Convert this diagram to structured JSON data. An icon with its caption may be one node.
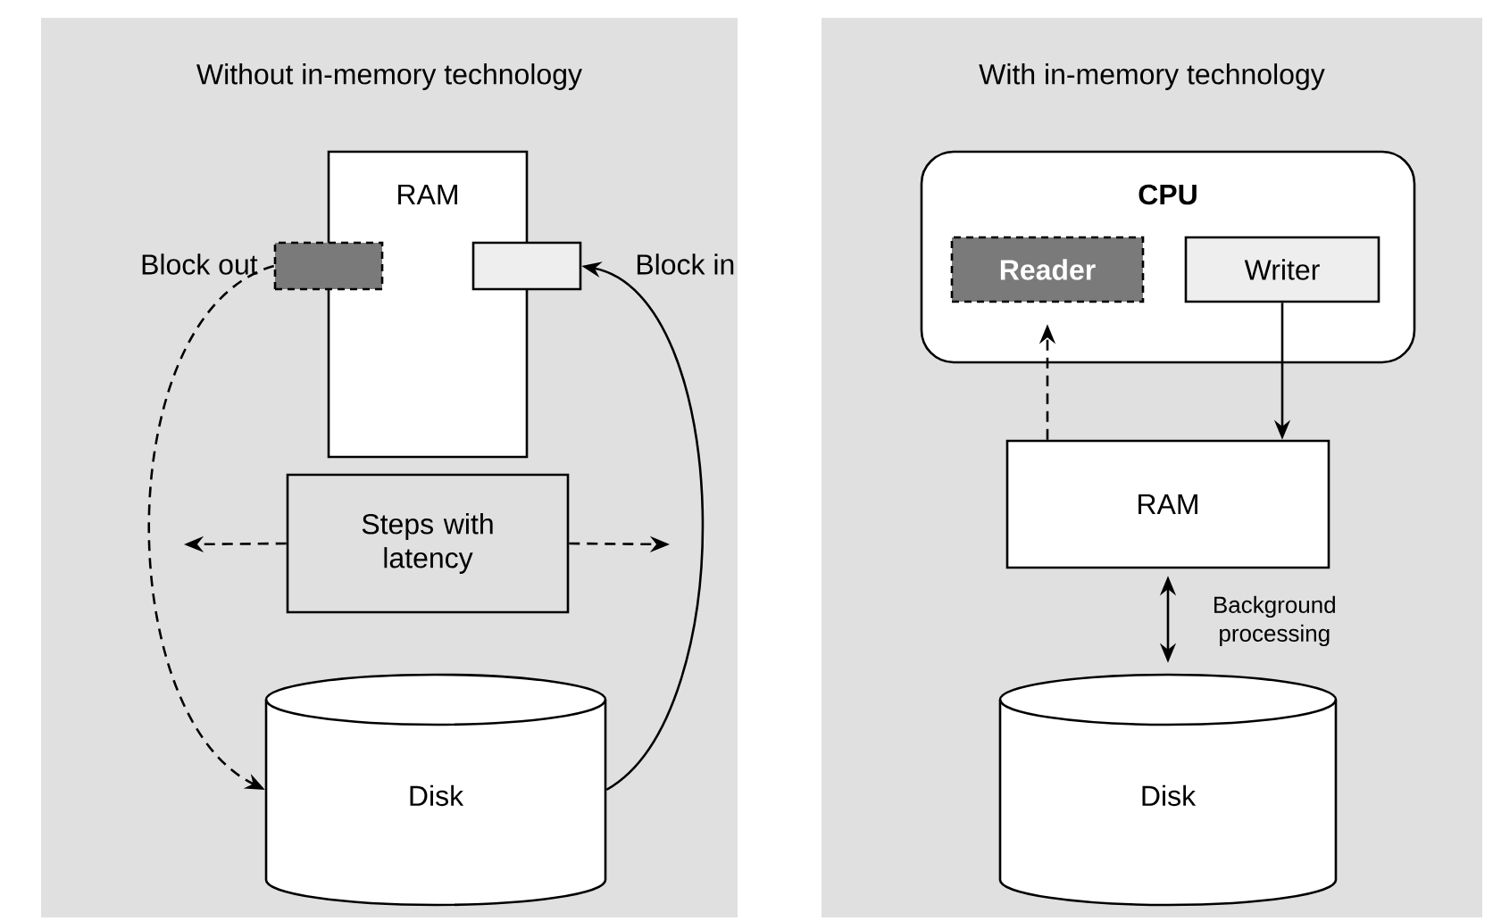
{
  "diagram": {
    "nodes": [
      {
        "text": [
          "Without in-memory technology"
        ]
      },
      {
        "text": [
          "RAM"
        ],
        "in": 0
      },
      {
        "text": [],
        "shape": "box",
        "beside": [
          "Block out"
        ],
        "in": 0
      },
      {
        "text": [],
        "shape": "box",
        "beside": [
          "Block in"
        ],
        "in": 0
      },
      {
        "text": [
          "Steps with latency"
        ],
        "in": 0
      },
      {
        "text": [
          "Disk"
        ],
        "in": 0
      },
      {
        "text": [
          "With in-memory technology"
        ]
      },
      {
        "text": [
          "CPU"
        ],
        "in": 6
      },
      {
        "text": [
          "Reader"
        ],
        "in": 7
      },
      {
        "text": [
          "Writer"
        ],
        "in": 7
      },
      {
        "text": [
          "RAM"
        ],
        "in": 6
      },
      {
        "text": [
          "Disk"
        ],
        "in": 6
      }
    ],
    "edges": [
      {
        "from": 2,
        "to": 5,
        "arrow": "to",
        "style": "dashed"
      },
      {
        "from": 5,
        "to": 3,
        "arrow": "to"
      },
      {
        "from": 4,
        "to": null,
        "arrow": "to",
        "style": "dashed"
      },
      {
        "from": 4,
        "to": null,
        "arrow": "to",
        "style": "dashed"
      },
      {
        "from": 10,
        "to": 8,
        "arrow": "to",
        "style": "dashed"
      },
      {
        "from": 9,
        "to": 10,
        "arrow": "to"
      },
      {
        "from": 10,
        "to": 11,
        "arrow": "both",
        "label": "Background processing"
      }
    ]
  }
}
